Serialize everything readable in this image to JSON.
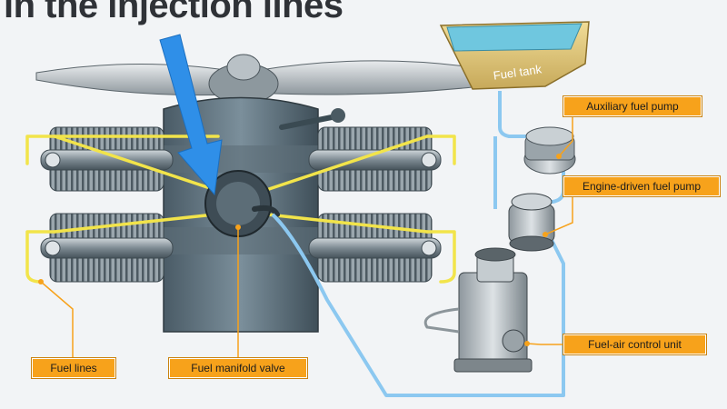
{
  "headline": "in the injection lines",
  "labels": {
    "fuel_tank": "Fuel tank",
    "auxiliary_fuel_pump": "Auxiliary fuel pump",
    "engine_driven_fuel_pump": "Engine-driven fuel pump",
    "fuel_air_control_unit": "Fuel-air control unit",
    "fuel_lines": "Fuel lines",
    "fuel_manifold_valve": "Fuel manifold valve"
  },
  "colors": {
    "callout": "#f7a21b",
    "arrow": "#2f8fe8",
    "fuel_line_yellow": "#f2e44a",
    "fuel_line_blue": "#8cc8f0",
    "engine_body": "#6b7f8c"
  }
}
